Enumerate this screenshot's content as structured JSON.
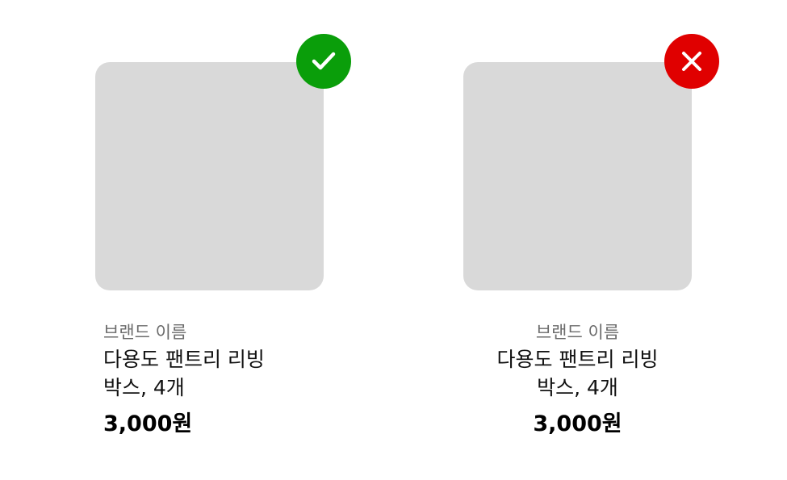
{
  "colors": {
    "thumbnail": "#d9d9d9",
    "good_badge": "#0a9e0a",
    "bad_badge": "#e00000",
    "brand_text": "#6b6b6b"
  },
  "cards": [
    {
      "badge_icon": "checkmark-icon",
      "brand": "브랜드 이름",
      "name_line1": "다용도 팬트리 리빙",
      "name_line2": "박스, 4개",
      "price": "3,000원",
      "alignment": "left"
    },
    {
      "badge_icon": "x-icon",
      "brand": "브랜드 이름",
      "name_line1": "다용도 팬트리 리빙",
      "name_line2": "박스, 4개",
      "price": "3,000원",
      "alignment": "center"
    }
  ]
}
